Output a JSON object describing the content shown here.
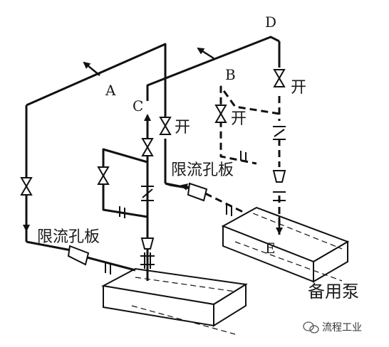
{
  "labels": {
    "A": "A",
    "B": "B",
    "C": "C",
    "D": "D",
    "E": "E",
    "open_1": "开",
    "open_2": "开",
    "open_3": "开",
    "orifice_left": "限流孔板",
    "orifice_right": "限流孔板",
    "standby_pump": "备用泵",
    "watermark": "流程工业"
  },
  "icons": {
    "watermark_icon": "wechat-icon"
  },
  "colors": {
    "line": "#111111",
    "background": "#ffffff"
  }
}
